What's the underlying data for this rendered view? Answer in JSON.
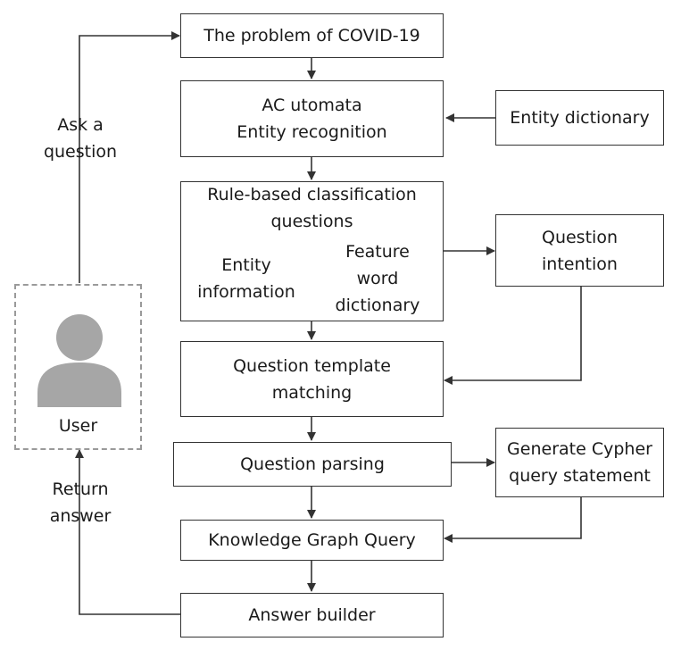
{
  "diagram": {
    "nodes": {
      "problem": "The problem of COVID-19",
      "ac_automata": "AC utomata\nEntity recognition",
      "entity_dictionary": "Entity dictionary",
      "rule_classification": "Rule-based classification\nquestions",
      "entity_information": "Entity\ninformation",
      "feature_word_dictionary": "Feature\nword\ndictionary",
      "question_intention": "Question\nintention",
      "template_matching": "Question template\nmatching",
      "question_parsing": "Question parsing",
      "generate_cypher": "Generate Cypher\nquery statement",
      "kg_query": "Knowledge Graph Query",
      "answer_builder": "Answer builder",
      "user": "User"
    },
    "edge_labels": {
      "ask": "Ask a\nquestion",
      "return": "Return\nanswer"
    },
    "colors": {
      "stroke": "#333333",
      "user_frame": "#9a9a9a",
      "user_icon": "#a6a6a6"
    }
  }
}
